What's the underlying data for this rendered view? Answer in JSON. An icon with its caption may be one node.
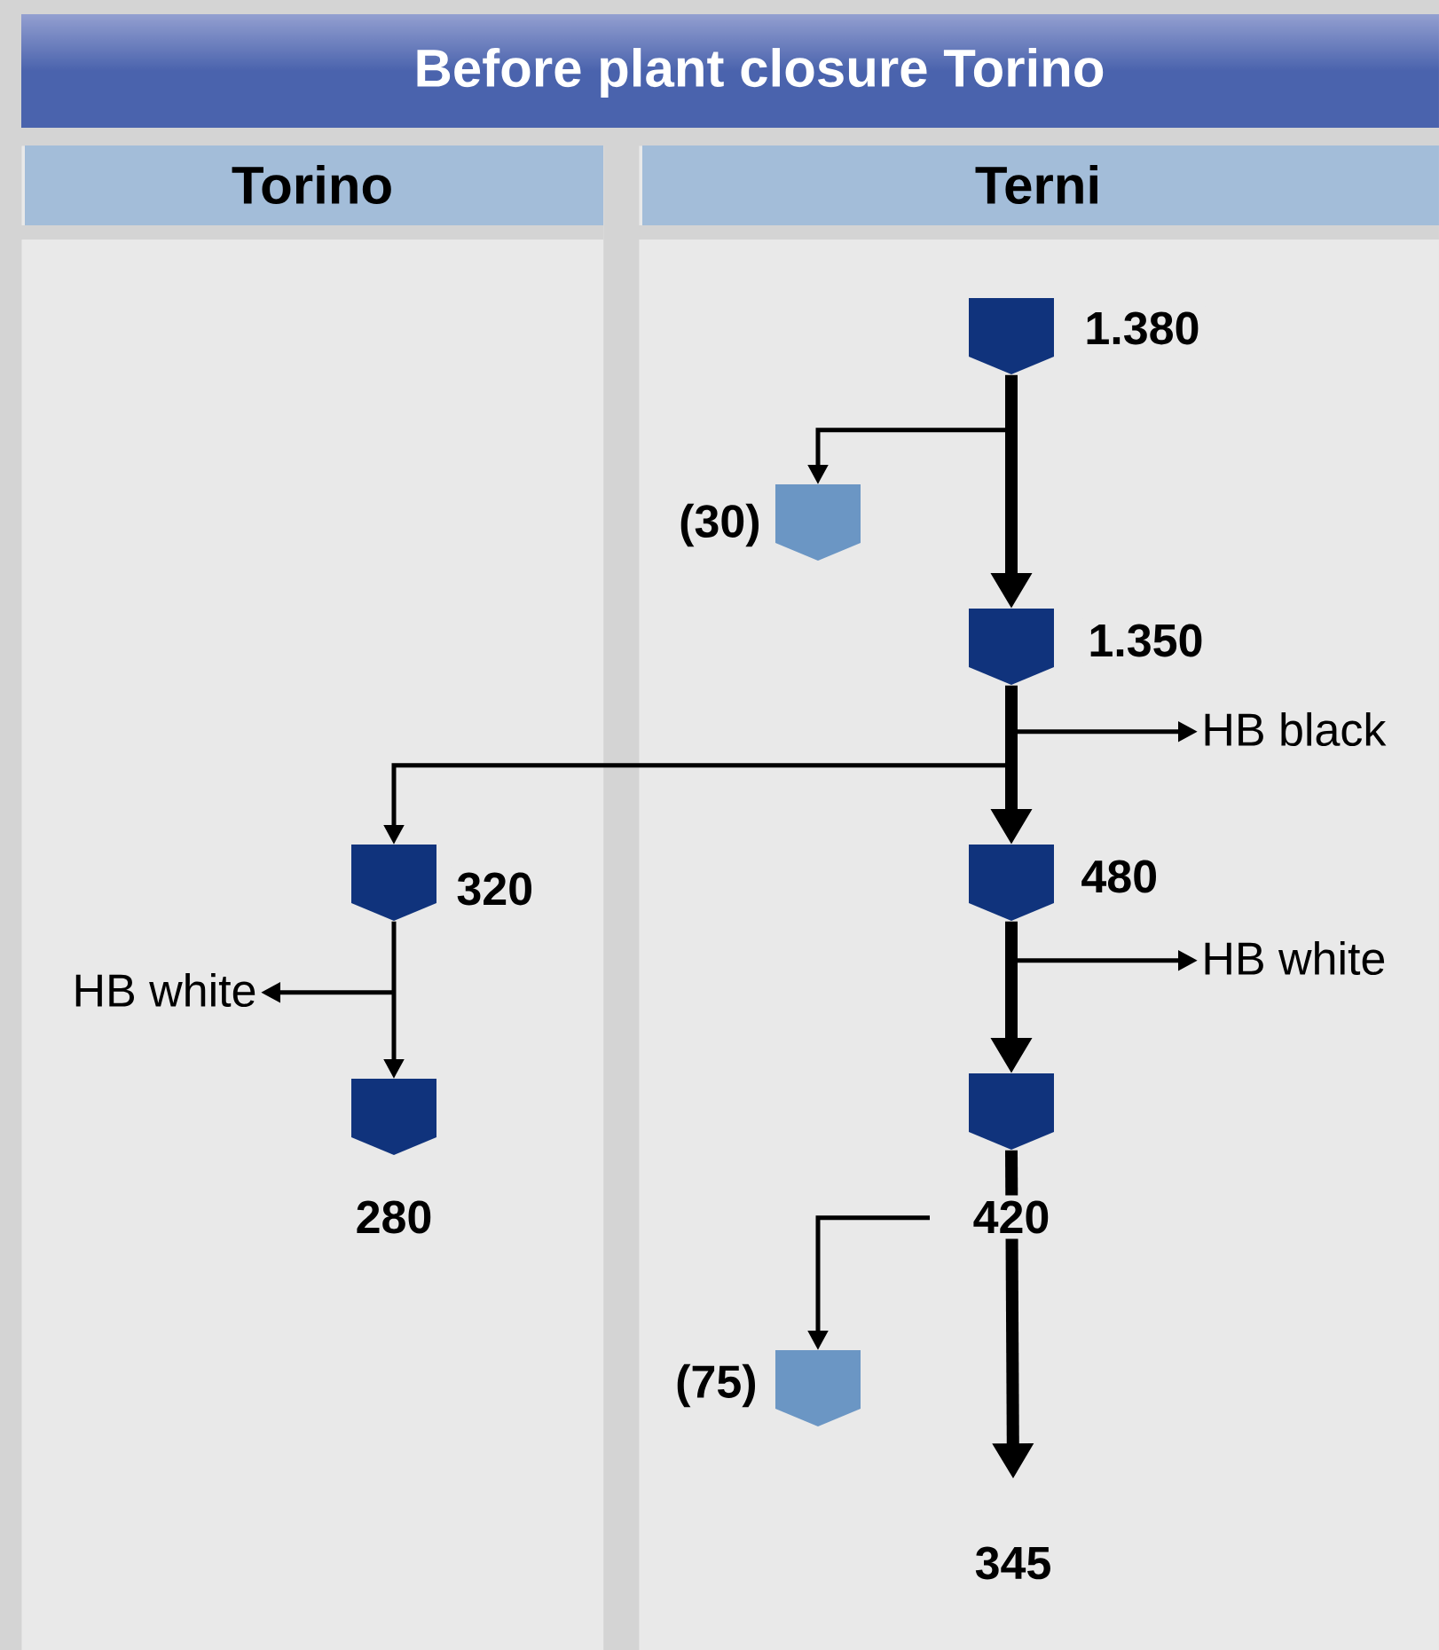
{
  "diagram": {
    "title": "Before plant closure Torino",
    "nodes": [
      {
        "text": [
          "Torino"
        ]
      },
      {
        "text": [
          "Terni"
        ]
      },
      {
        "text": [],
        "shape": "pentagon",
        "in": 1,
        "beside": [
          "1.380"
        ]
      },
      {
        "text": [],
        "shape": "pentagon",
        "in": 1,
        "beside": [
          "(30)"
        ]
      },
      {
        "text": [],
        "shape": "pentagon",
        "in": 1,
        "beside": [
          "1.350"
        ]
      },
      {
        "text": [],
        "shape": "pentagon",
        "in": 1,
        "beside": [
          "480"
        ]
      },
      {
        "text": [],
        "shape": "pentagon",
        "in": 1,
        "beside": [
          "420"
        ]
      },
      {
        "text": [
          "HB black"
        ],
        "in": 1
      },
      {
        "text": [
          "HB white"
        ],
        "in": 1
      },
      {
        "text": [],
        "shape": "pentagon",
        "in": 1,
        "beside": [
          "(75)"
        ]
      },
      {
        "text": [
          "345"
        ],
        "in": 1
      },
      {
        "text": [],
        "shape": "pentagon",
        "in": 0,
        "beside": [
          "320"
        ]
      },
      {
        "text": [
          "HB white"
        ],
        "in": 0
      },
      {
        "text": [],
        "shape": "pentagon",
        "in": 0,
        "beside": [
          "280"
        ]
      }
    ],
    "edges": [
      {
        "from": 2,
        "to": 4,
        "arrow": "to",
        "style": "thick"
      },
      {
        "from": 2,
        "to": 3,
        "arrow": "to"
      },
      {
        "from": 4,
        "to": 5,
        "arrow": "to",
        "style": "thick"
      },
      {
        "from": 4,
        "to": 7,
        "arrow": "to"
      },
      {
        "from": 4,
        "to": 11,
        "arrow": "to"
      },
      {
        "from": 5,
        "to": 6,
        "arrow": "to",
        "style": "thick"
      },
      {
        "from": 5,
        "to": 8,
        "arrow": "to"
      },
      {
        "from": 11,
        "to": 13,
        "arrow": "to"
      },
      {
        "from": 11,
        "to": 12,
        "arrow": "to"
      },
      {
        "from": 6,
        "to": 10,
        "arrow": "to",
        "style": "thick"
      },
      {
        "from": 6,
        "to": 9,
        "arrow": "to"
      }
    ]
  }
}
